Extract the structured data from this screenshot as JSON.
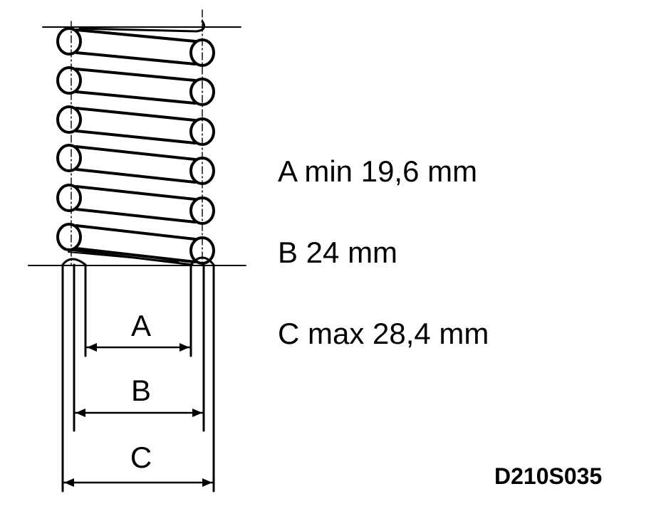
{
  "specs": {
    "a": "A min 19,6 mm",
    "b": "B 24 mm",
    "c": "C max 28,4 mm"
  },
  "dimension_labels": {
    "a": "A",
    "b": "B",
    "c": "C"
  },
  "figure_code": "D210S035",
  "colors": {
    "ink": "#000000",
    "background": "#ffffff"
  }
}
